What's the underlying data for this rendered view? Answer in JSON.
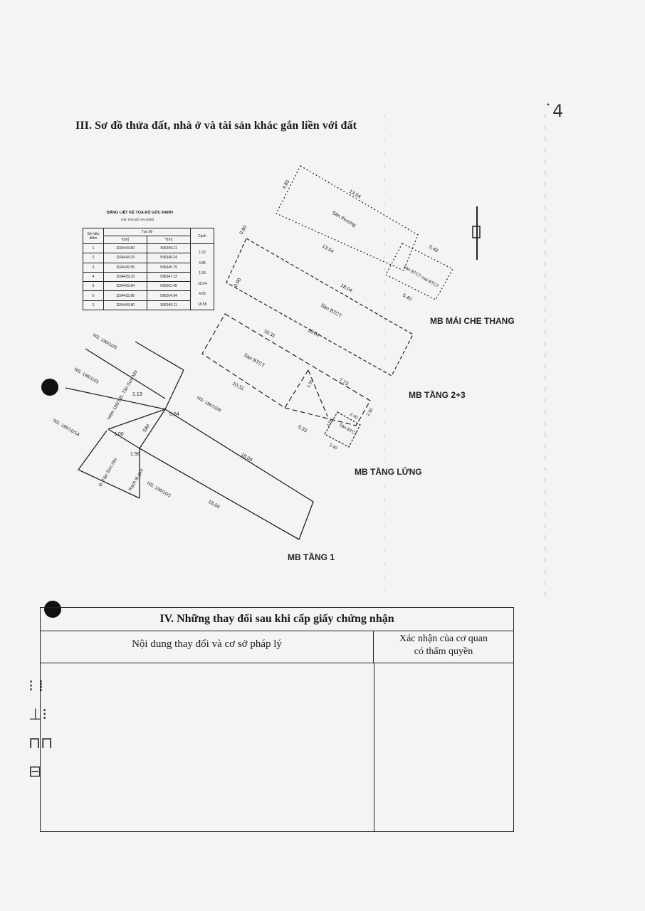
{
  "section3": {
    "title": "III. Sơ đồ thửa đất, nhà ở và tài sản khác gắn liền với đất"
  },
  "coord_table": {
    "title": "BẢNG LIỆT KÊ TỌA ĐỘ GÓC RANH",
    "subtitle": "(HỆ TỌA ĐỘ VN-2000)",
    "headers": {
      "point": "Số hiệu điểm",
      "coord": "Tọa độ",
      "x": "X(m)",
      "y": "Y(m)",
      "edge": "Cạnh"
    },
    "rows": [
      {
        "point": "1",
        "x": "1194443.80",
        "y": "596349.11"
      },
      {
        "point": "2",
        "x": "1194444.33",
        "y": "596348.24"
      },
      {
        "point": "3",
        "x": "1194439.95",
        "y": "596345.79"
      },
      {
        "point": "4",
        "x": "1194439.33",
        "y": "596347.12"
      },
      {
        "point": "5",
        "x": "1194429.84",
        "y": "596262.48"
      },
      {
        "point": "6",
        "x": "1194433.86",
        "y": "596264.94"
      },
      {
        "point": "1",
        "x": "1194443.80",
        "y": "596349.11"
      }
    ],
    "edges": [
      "1.02",
      "4.85",
      "1.56",
      "18.04",
      "4.85",
      "18.58"
    ]
  },
  "floor_labels": {
    "roof": "MB MÁI CHE THANG",
    "f23": "MB TẦNG 2+3",
    "mezz": "MB TẦNG LỬNG",
    "f1": "MB TẦNG 1"
  },
  "plan_labels": {
    "terrace": "Sân thượng",
    "slab": "Sàn BTCT",
    "roof_slab": "Sàn BTCT mái BTCT",
    "slab_small": "Sàn BTCT",
    "d_1354a": "13.54",
    "d_1354b": "13.54",
    "d_1804a": "18.04",
    "d_1804b": "18.04",
    "d_1804c": "18.04",
    "d_1804d": "18.04",
    "d_1031a": "10.31",
    "d_1031b": "10.31",
    "d_773": "7.73",
    "d_533": "5.33",
    "d_540a": "5.40",
    "d_540b": "5.40",
    "d_485": "4.85",
    "d_090a": "0.90",
    "d_090b": "0.90",
    "d_155": "1.55",
    "d_240a": "2.40",
    "d_240b": "2.40",
    "d_230": "2.30",
    "d_255": "2.55",
    "d_113": "1.13",
    "d_054": "0.54",
    "d_300": "3.00",
    "d_156": "1.56",
    "ns1": "NS: 196/10/5",
    "ns2": "NS: 196/10/3",
    "ns3": "NS: 196/10/1A",
    "ns4": "NS: 196/10/8",
    "ns5": "NS: 196/10/1",
    "street1": "Hẻm 196/1 Đ. Tân Sơn Nhì",
    "street2": "Đ. Tân Sơn Nhì",
    "canal": "Rạch lộ giới",
    "yard": "Sân"
  },
  "section4": {
    "title": "IV. Những thay đổi sau khi cấp giấy chứng nhận",
    "col_content": "Nội dung thay đổi và cơ sở pháp lý",
    "col_confirm_line1": "Xác nhận của cơ quan",
    "col_confirm_line2": "có thẩm quyền"
  }
}
